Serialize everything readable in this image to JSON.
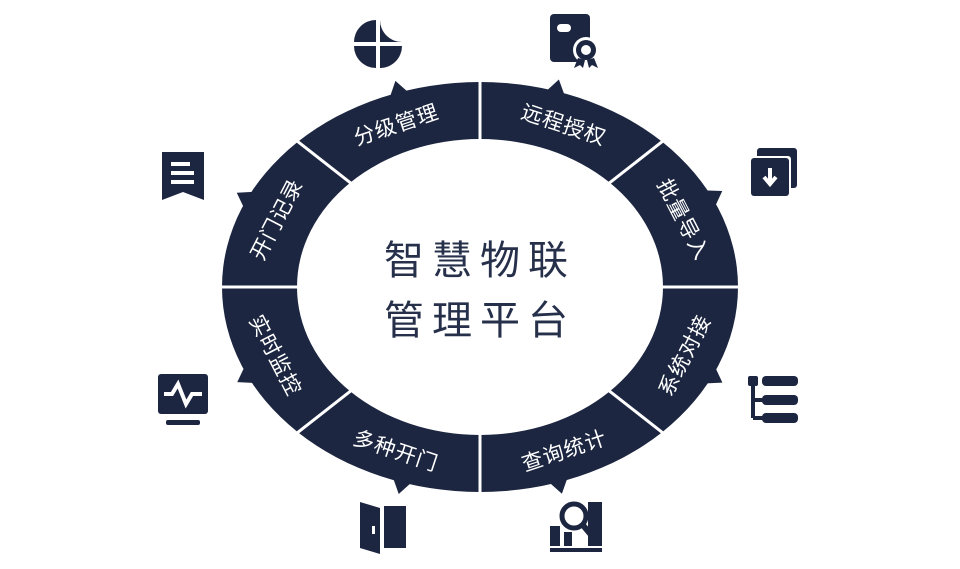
{
  "title": {
    "line1": "智慧物联",
    "line2": "管理平台"
  },
  "colors": {
    "ring": "#1c2640",
    "divider": "#ffffff",
    "text": "#26304a"
  },
  "segments": [
    {
      "label": "远程授权",
      "icon": "certificate-icon"
    },
    {
      "label": "批量导入",
      "icon": "import-icon"
    },
    {
      "label": "系统对接",
      "icon": "hierarchy-icon"
    },
    {
      "label": "查询统计",
      "icon": "search-chart-icon"
    },
    {
      "label": "多种开门",
      "icon": "door-icon"
    },
    {
      "label": "实时监控",
      "icon": "monitor-pulse-icon"
    },
    {
      "label": "开门记录",
      "icon": "record-list-icon"
    },
    {
      "label": "分级管理",
      "icon": "pinwheel-icon"
    }
  ]
}
